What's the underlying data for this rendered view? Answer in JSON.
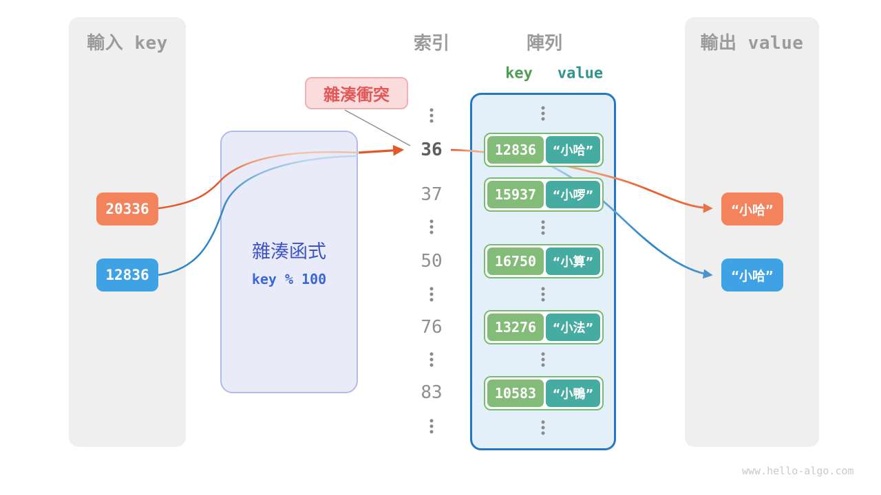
{
  "input_panel": {
    "title": "輸入 key",
    "keys": [
      {
        "value": "20336",
        "color": "orange"
      },
      {
        "value": "12836",
        "color": "blue"
      }
    ]
  },
  "hash_function": {
    "title": "雜湊函式",
    "formula": "key % 100"
  },
  "collision_badge": {
    "label": "雜湊衝突"
  },
  "index_column": {
    "title": "索引",
    "items": [
      "36",
      "37",
      "50",
      "76",
      "83"
    ],
    "highlighted_index": "36"
  },
  "array_column": {
    "title": "陣列",
    "key_header": "key",
    "value_header": "value",
    "pairs": [
      {
        "key": "12836",
        "value": "“小哈”"
      },
      {
        "key": "15937",
        "value": "“小啰”"
      },
      {
        "key": "16750",
        "value": "“小算”"
      },
      {
        "key": "13276",
        "value": "“小法”"
      },
      {
        "key": "10583",
        "value": "“小鴨”"
      }
    ]
  },
  "output_panel": {
    "title": "輸出 value",
    "values": [
      {
        "value": "“小哈”",
        "color": "orange"
      },
      {
        "value": "“小哈”",
        "color": "blue"
      }
    ]
  },
  "watermark": "www.hello-algo.com",
  "colors": {
    "chip_orange": "#F3835C",
    "chip_blue": "#3FA2E5",
    "key_green": "#83BB79",
    "value_teal": "#46ACA2",
    "pair_border_green": "#74BE6B",
    "array_border_blue": "#2478C2",
    "array_fill": "#E3F0FA",
    "hash_fill": "#E9EBF9",
    "hash_text_blue": "#3D53C5",
    "collision_red": "#E25757",
    "collision_fill": "#FBDCDC",
    "arrow_orange": "#E2592A",
    "arrow_blue": "#2E86C8",
    "panel_gray": "#EFEFEF"
  }
}
